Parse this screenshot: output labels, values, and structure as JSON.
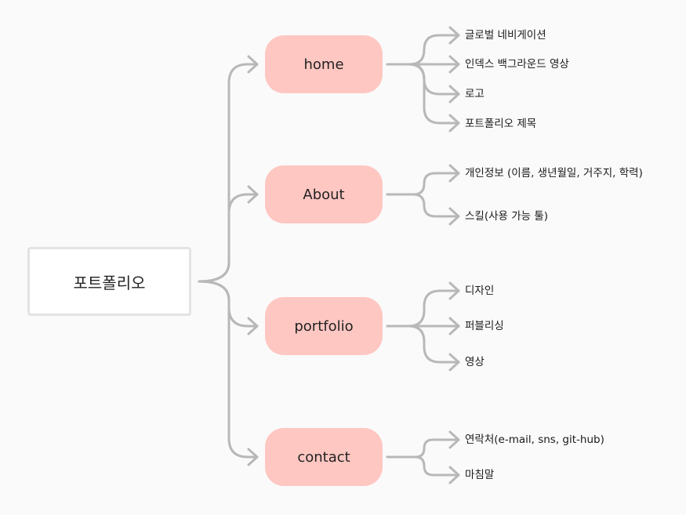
{
  "root": {
    "label": "포트폴리오"
  },
  "branches": [
    {
      "label": "home",
      "children": [
        "글로벌 네비게이션",
        "인덱스 백그라운드 영상",
        "로고",
        "포트폴리오 제목"
      ]
    },
    {
      "label": "About",
      "children": [
        "개인정보 (이름, 생년월일, 거주지, 학력)",
        "스킬(사용 가능 툴)"
      ]
    },
    {
      "label": "portfolio",
      "children": [
        "디자인",
        "퍼블리싱",
        "영상"
      ]
    },
    {
      "label": "contact",
      "children": [
        "연락처(e-mail, sns, git-hub)",
        "마침말"
      ]
    }
  ],
  "colors": {
    "connector": "#b8b8b8",
    "branch_fill": "#ffc7c2",
    "root_border": "#e3e3e3",
    "background": "#fafafa"
  }
}
